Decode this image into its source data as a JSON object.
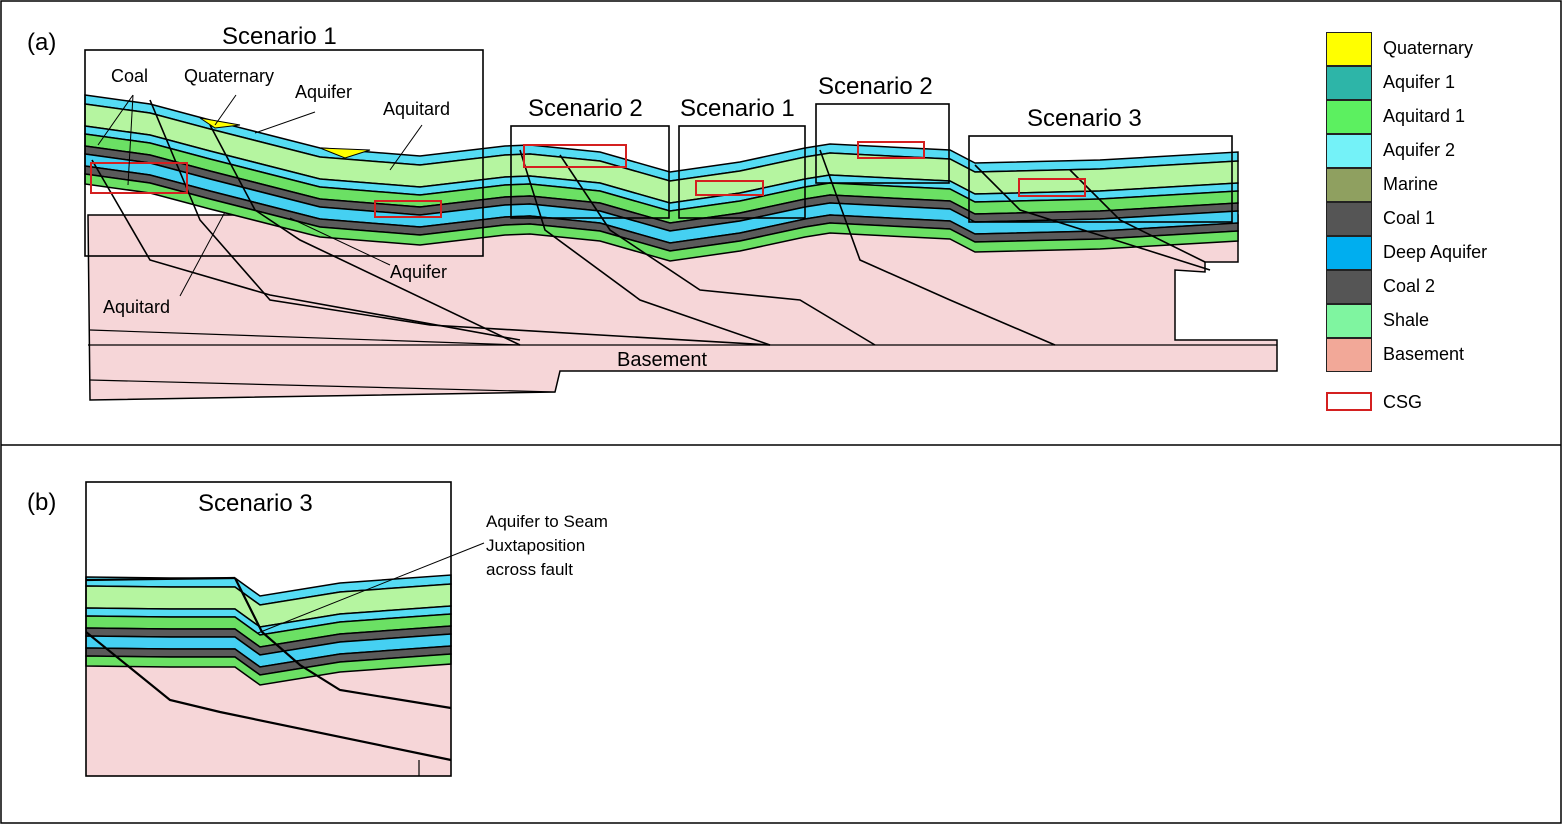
{
  "panel_a": {
    "label": "(a)",
    "scenario_titles": [
      "Scenario 1",
      "Scenario 2",
      "Scenario 1",
      "Scenario 2",
      "Scenario 3"
    ],
    "annotations": {
      "coal": "Coal",
      "quaternary": "Quaternary",
      "aquifer_top": "Aquifer",
      "aquitard_top": "Aquitard",
      "aquifer_bottom": "Aquifer",
      "aquitard_bottom": "Aquitard",
      "basement": "Basement"
    }
  },
  "panel_b": {
    "label": "(b)",
    "title": "Scenario 3",
    "annotation_lines": [
      "Aquifer to Seam",
      "Juxtaposition",
      "across fault"
    ]
  },
  "legend": [
    {
      "label": "Quaternary",
      "color": "#ffff00"
    },
    {
      "label": "Aquifer 1",
      "color": "#2db5a8"
    },
    {
      "label": "Aquitard 1",
      "color": "#5cf060"
    },
    {
      "label": "Aquifer 2",
      "color": "#74f2f8"
    },
    {
      "label": "Marine",
      "color": "#8fa060"
    },
    {
      "label": "Coal 1",
      "color": "#555555"
    },
    {
      "label": "Deep Aquifer",
      "color": "#00aeef"
    },
    {
      "label": "Coal 2",
      "color": "#555555"
    },
    {
      "label": "Shale",
      "color": "#7ff5a0"
    },
    {
      "label": "Basement",
      "color": "#f2a898"
    }
  ],
  "csg_legend": {
    "label": "CSG",
    "color": "#d42020"
  },
  "colors": {
    "basement_fill": "#f6d6d8",
    "cyan": "#55dcf4",
    "light_green": "#b5f5a0",
    "green": "#6be064",
    "coal": "#5a5a5a",
    "deep": "#45d0f2"
  }
}
